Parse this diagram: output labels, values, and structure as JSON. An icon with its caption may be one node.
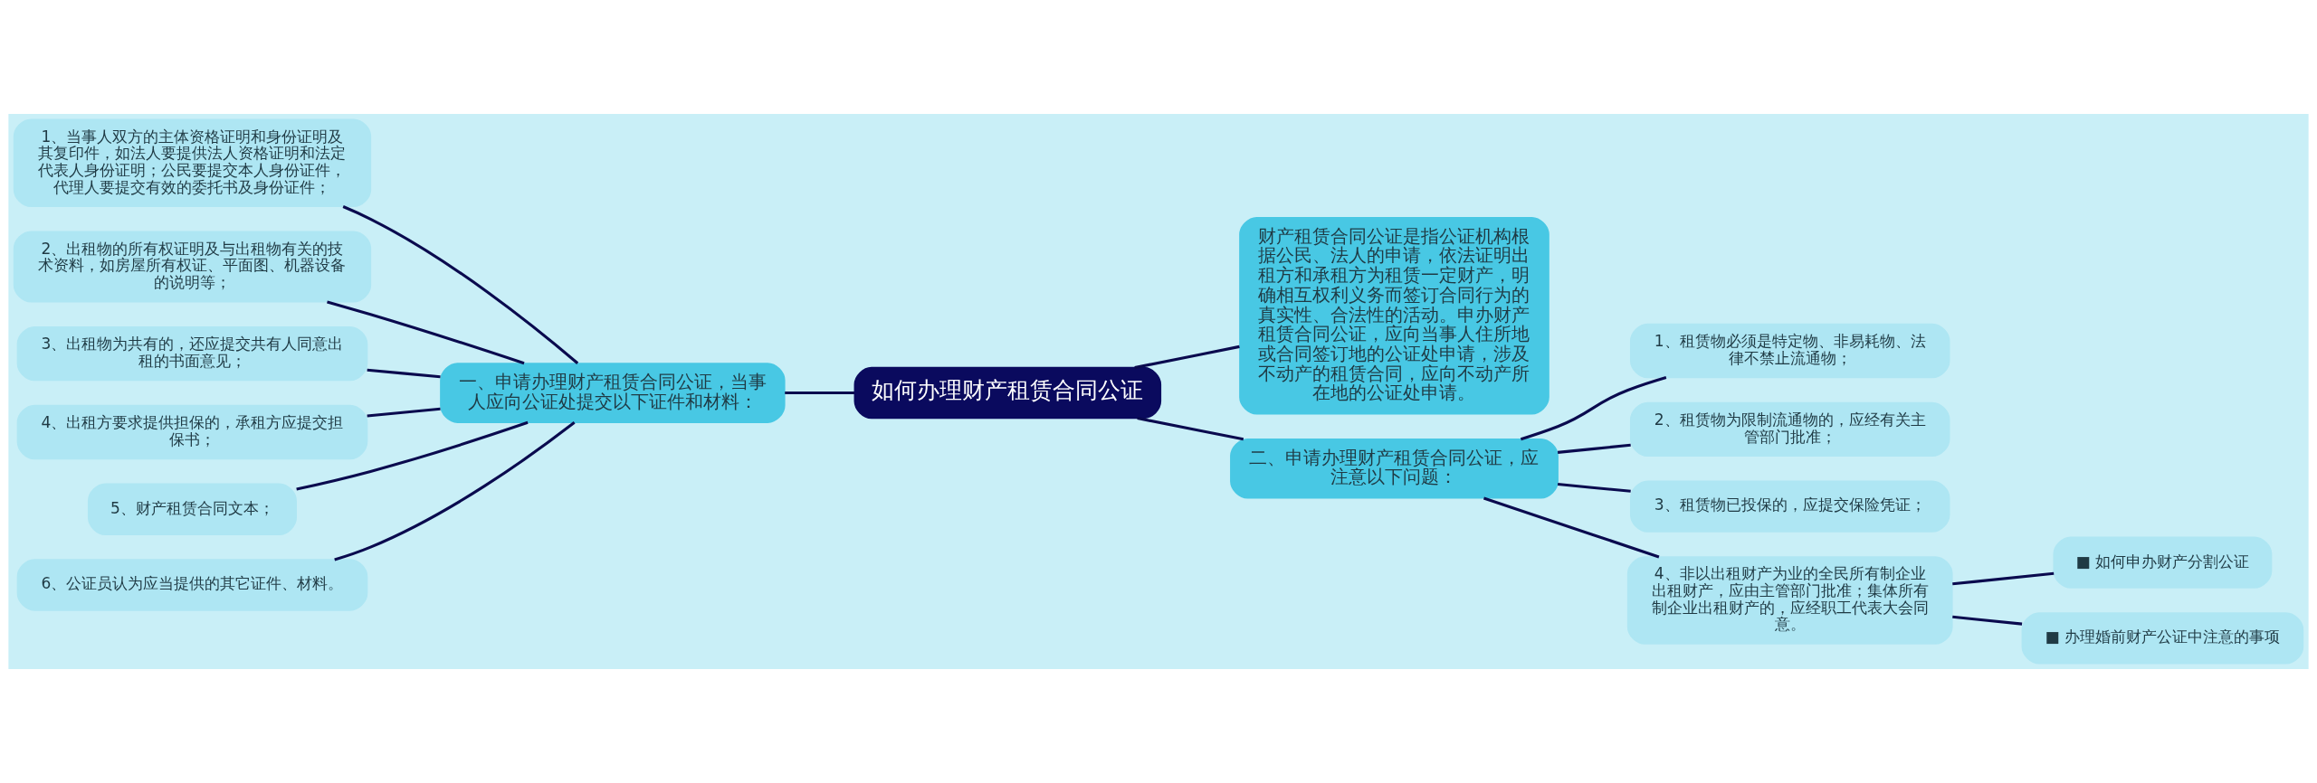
{
  "diagram": {
    "nodes": [
      {
        "text": [
          "如何办理财产租赁合同公证"
        ]
      },
      {
        "text": [
          "一、申请办理财产租赁合同公证，当事人应向公证处提交以下证件和材料："
        ]
      },
      {
        "text": [
          "1、当事人双方的主体资格证明和身份证明及其复印件，如法人要提供法人资格证明和法定代表人身份证明；公民要提交本人身份证件，代理人要提交有效的委托书及身份证件；"
        ]
      },
      {
        "text": [
          "2、出租物的所有权证明及与出租物有关的技术资料，如房屋所有权证、平面图、机器设备的说明等；"
        ]
      },
      {
        "text": [
          "3、出租物为共有的，还应提交共有人同意出租的书面意见；"
        ]
      },
      {
        "text": [
          "4、出租方要求提供担保的，承租方应提交担保书；"
        ]
      },
      {
        "text": [
          "5、财产租赁合同文本；"
        ]
      },
      {
        "text": [
          "6、公证员认为应当提供的其它证件、材料。"
        ]
      },
      {
        "text": [
          "财产租赁合同公证是指公证机构根据公民、法人的申请，依法证明出租方和承租方为租赁一定财产，明确相互权利义务而签订合同行为的真实性、合法性的活动。申办财产租赁合同公证，应向当事人住所地或合同签订地的公证处申请，涉及不动产的租赁合同，应向不动产所在地的公证处申请。"
        ]
      },
      {
        "text": [
          "二、申请办理财产租赁合同公证，应注意以下问题："
        ]
      },
      {
        "text": [
          "1、租赁物必须是特定物、非易耗物、法律不禁止流通物；"
        ]
      },
      {
        "text": [
          "2、租赁物为限制流通物的，应经有关主管部门批准；"
        ]
      },
      {
        "text": [
          "3、租赁物已投保的，应提交保险凭证；"
        ]
      },
      {
        "text": [
          "4、非以出租财产为业的全民所有制企业出租财产，应由主管部门批准；集体所有制企业出租财产的，应经职工代表大会同意。"
        ]
      },
      {
        "text": [
          "■ 如何申办财产分割公证"
        ]
      },
      {
        "text": [
          "■ 办理婚前财产公证中注意的事项"
        ]
      }
    ],
    "edges": [
      {
        "from": 0,
        "to": 1,
        "arrow": "none"
      },
      {
        "from": 1,
        "to": 2,
        "arrow": "none"
      },
      {
        "from": 1,
        "to": 3,
        "arrow": "none"
      },
      {
        "from": 1,
        "to": 4,
        "arrow": "none"
      },
      {
        "from": 1,
        "to": 5,
        "arrow": "none"
      },
      {
        "from": 1,
        "to": 6,
        "arrow": "none"
      },
      {
        "from": 1,
        "to": 7,
        "arrow": "none"
      },
      {
        "from": 0,
        "to": 8,
        "arrow": "none"
      },
      {
        "from": 0,
        "to": 9,
        "arrow": "none"
      },
      {
        "from": 9,
        "to": 10,
        "arrow": "none"
      },
      {
        "from": 9,
        "to": 11,
        "arrow": "none"
      },
      {
        "from": 9,
        "to": 12,
        "arrow": "none"
      },
      {
        "from": 9,
        "to": 13,
        "arrow": "none"
      },
      {
        "from": 13,
        "to": 14,
        "arrow": "none"
      },
      {
        "from": 13,
        "to": 15,
        "arrow": "none"
      }
    ]
  }
}
